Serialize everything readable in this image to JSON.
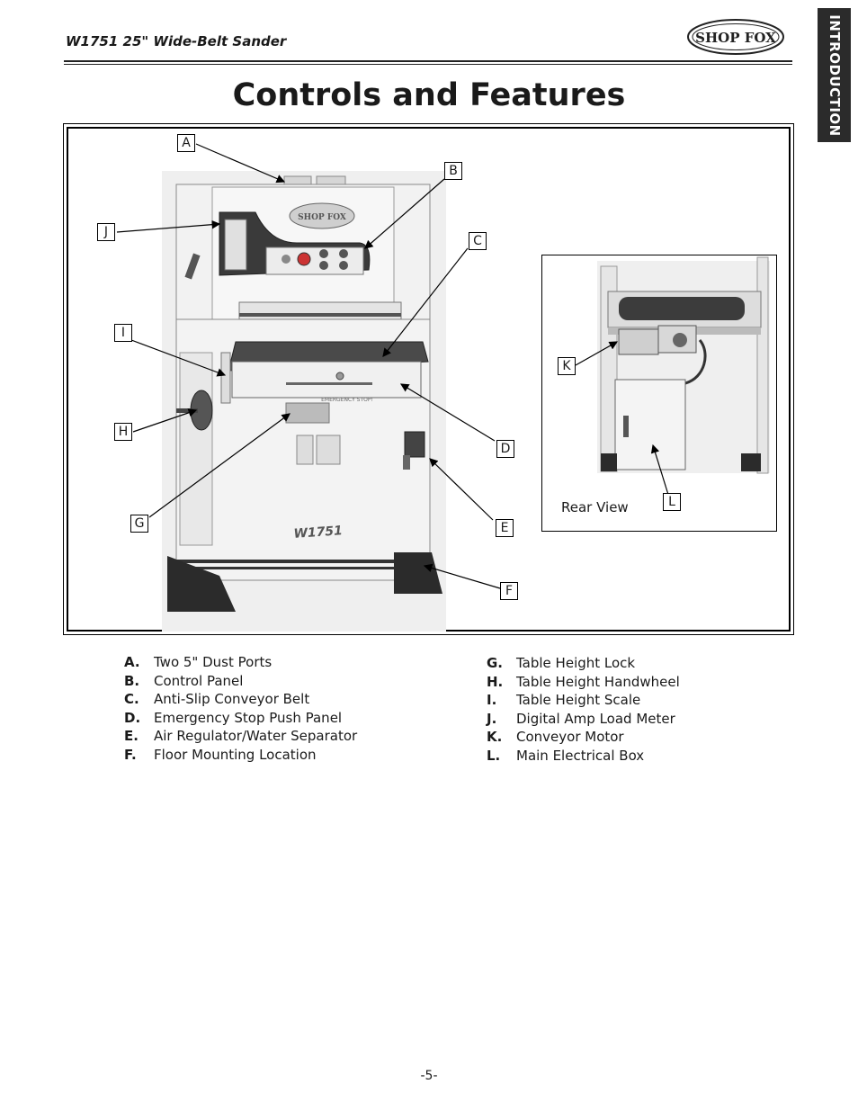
{
  "header": {
    "title": "W1751 25\" Wide-Belt Sander",
    "logo_text": "SHOP FOX"
  },
  "side_tab": {
    "label": "INTRODUCTION"
  },
  "page_title": "Controls and Features",
  "figure": {
    "callouts": [
      "A",
      "B",
      "C",
      "D",
      "E",
      "F",
      "G",
      "H",
      "I",
      "J",
      "K",
      "L"
    ],
    "rear_view_label": "Rear View",
    "machine_model_text": "W1751",
    "emergency_stop_text": "EMERGENCY STOP!"
  },
  "legend": {
    "left": [
      {
        "letter": "A.",
        "text": "Two 5\" Dust Ports"
      },
      {
        "letter": "B.",
        "text": "Control Panel"
      },
      {
        "letter": "C.",
        "text": "Anti-Slip Conveyor Belt"
      },
      {
        "letter": "D.",
        "text": "Emergency Stop Push Panel"
      },
      {
        "letter": "E.",
        "text": "Air Regulator/Water Separator"
      },
      {
        "letter": "F.",
        "text": "Floor Mounting Location"
      }
    ],
    "right": [
      {
        "letter": "G.",
        "text": "Table Height Lock"
      },
      {
        "letter": "H.",
        "text": "Table Height Handwheel"
      },
      {
        "letter": "I.",
        "text": "Table Height Scale"
      },
      {
        "letter": "J.",
        "text": "Digital Amp Load Meter"
      },
      {
        "letter": "K.",
        "text": "Conveyor Motor"
      },
      {
        "letter": "L.",
        "text": "Main Electrical Box"
      }
    ]
  },
  "page_number": "-5-"
}
